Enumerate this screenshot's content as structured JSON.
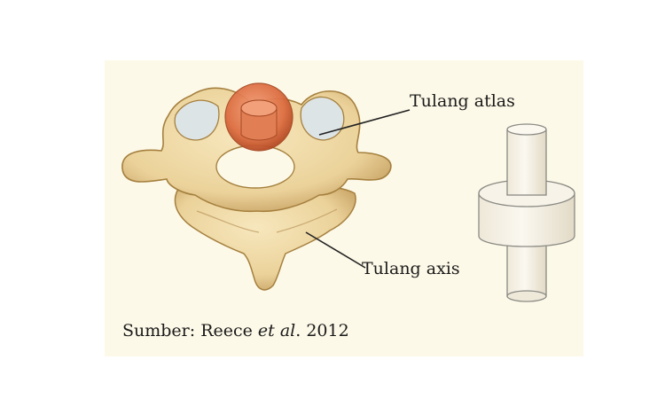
{
  "labels": {
    "atlas": "Tulang atlas",
    "axis": "Tulang axis"
  },
  "source": {
    "prefix": "Sumber: Reece ",
    "italic": "et al",
    "suffix": ". 2012"
  },
  "colors": {
    "panel_background": "#fdf9e8",
    "bone": "#efd9a2",
    "bone_outline": "#a5803f",
    "dens": "#e07a4e",
    "model_body": "#f8f4ea"
  }
}
